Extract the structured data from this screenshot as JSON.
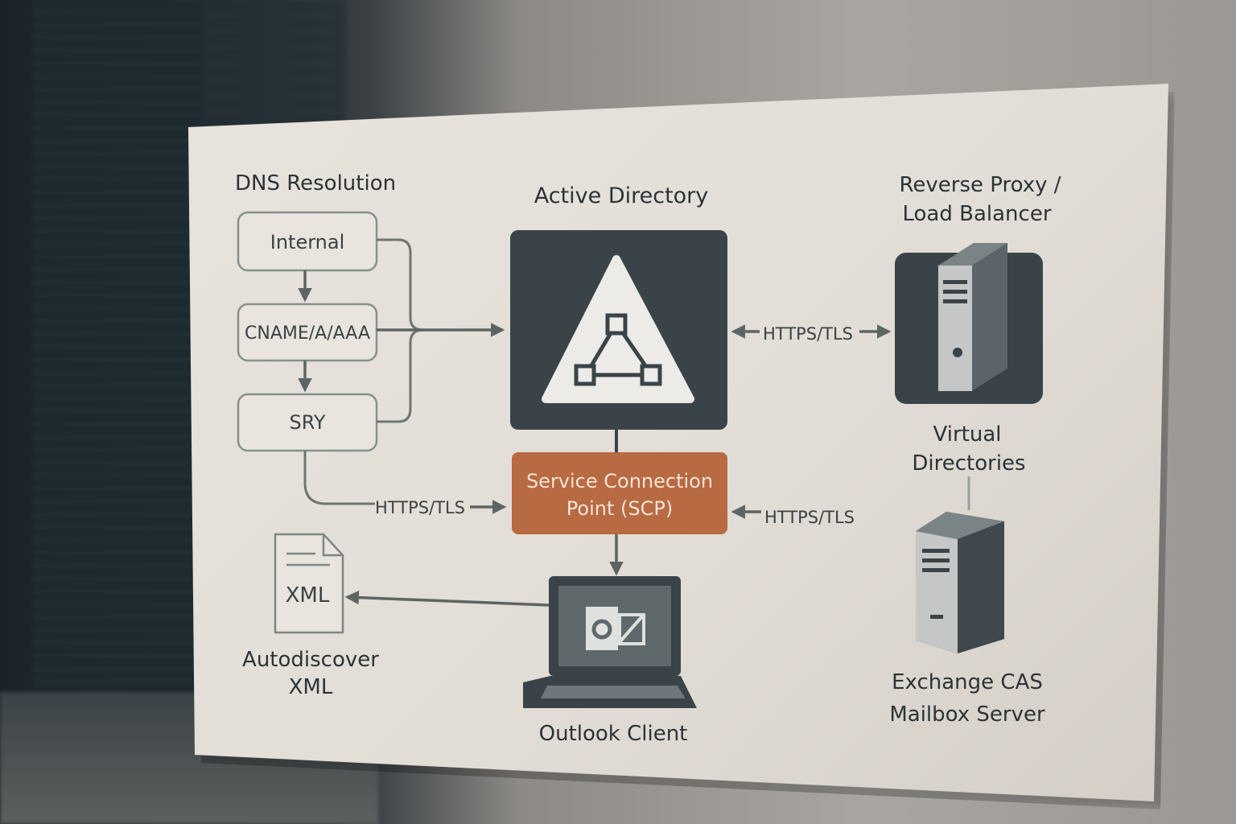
{
  "dns": {
    "title": "DNS Resolution",
    "boxes": [
      "Internal",
      "CNAME/A/AAA",
      "SRY"
    ]
  },
  "active_directory": {
    "title": "Active Directory"
  },
  "scp": {
    "line1": "Service Connection",
    "line2": "Point (SCP)"
  },
  "proxy": {
    "title_line1": "Reverse Proxy /",
    "title_line2": "Load Balancer"
  },
  "virtual_directories": {
    "line1": "Virtual",
    "line2": "Directories"
  },
  "exchange": {
    "line1": "Exchange CAS",
    "line2": "Mailbox Server"
  },
  "autodiscover": {
    "file_label": "XML",
    "line1": "Autodiscover",
    "line2": "XML"
  },
  "outlook": {
    "label": "Outlook Client"
  },
  "protocols": {
    "ad_proxy": "HTTPS/TLS",
    "dns_scp": "HTTPS/TLS",
    "scp_proxy": "HTTPS/TLS"
  },
  "colors": {
    "board": "#e6e1da",
    "dark_panel": "#3a4448",
    "scp_fill": "#b86a43",
    "lines": "#6d7574"
  },
  "icons": [
    "active-directory-triangle-icon",
    "server-tower-icon",
    "document-xml-icon",
    "laptop-outlook-icon"
  ]
}
